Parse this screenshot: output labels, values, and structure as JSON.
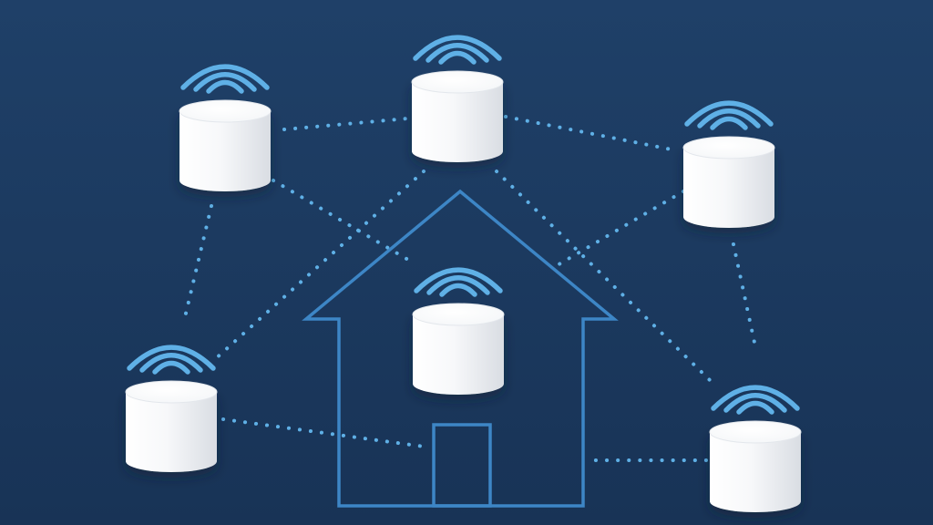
{
  "colors": {
    "background_top": "#1f4068",
    "background_bottom": "#183356",
    "accent": "#5fb0e6",
    "house_outline": "#3d86c6",
    "node_body_light": "#ffffff",
    "node_body_shade": "#d9dde3",
    "node_top": "#f4f6f8"
  },
  "diagram": {
    "nodes": [
      {
        "name": "node-top-left",
        "icon": "wifi-icon"
      },
      {
        "name": "node-top-center",
        "icon": "wifi-icon"
      },
      {
        "name": "node-top-right",
        "icon": "wifi-icon"
      },
      {
        "name": "node-center-house",
        "icon": "wifi-icon"
      },
      {
        "name": "node-bottom-left",
        "icon": "wifi-icon"
      },
      {
        "name": "node-bottom-right",
        "icon": "wifi-icon"
      }
    ],
    "links": [
      [
        "node-top-left",
        "node-top-center"
      ],
      [
        "node-top-center",
        "node-top-right"
      ],
      [
        "node-top-left",
        "node-bottom-left"
      ],
      [
        "node-top-right",
        "node-bottom-right"
      ],
      [
        "node-top-left",
        "node-center-house"
      ],
      [
        "node-top-center",
        "node-bottom-left"
      ],
      [
        "node-top-center",
        "node-bottom-right"
      ],
      [
        "node-top-right",
        "node-center-house"
      ],
      [
        "node-bottom-left",
        "node-center-house"
      ],
      [
        "node-bottom-right",
        "node-center-house"
      ]
    ],
    "house_icon": "house-outline-icon"
  }
}
